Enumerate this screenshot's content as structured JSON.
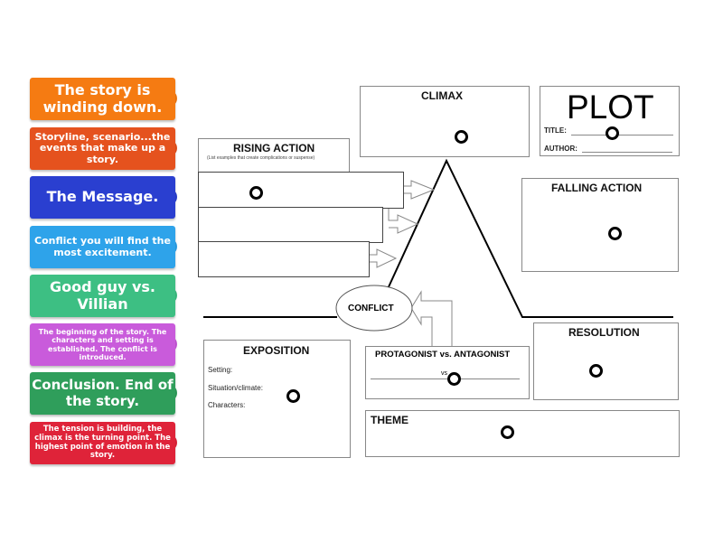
{
  "tiles": [
    {
      "text": "The story is winding down.",
      "color": "#f57b12",
      "size": 16
    },
    {
      "text": "Storyline, scenario...the events that make up a story.",
      "color": "#e5521e",
      "size": 11
    },
    {
      "text": "The Message.",
      "color": "#2a3fd0",
      "size": 16
    },
    {
      "text": "Conflict you will find the most excitement.",
      "color": "#2ea3ea",
      "size": 11
    },
    {
      "text": "Good guy vs. Villian",
      "color": "#3dbf83",
      "size": 16
    },
    {
      "text": "The beginning of the story. The characters and setting is established. The conflict is introduced.",
      "color": "#c95bdb",
      "size": 8
    },
    {
      "text": "Conclusion. End of the story.",
      "color": "#2f9e5b",
      "size": 15
    },
    {
      "text": "The tension is building, the climax is the turning point. The highest point of emotion in the story.",
      "color": "#df2339",
      "size": 8.5
    }
  ],
  "diagram": {
    "climax": "CLIMAX",
    "plot": "PLOT",
    "title_label": "TITLE:",
    "author_label": "AUTHOR:",
    "rising_action": "RISING ACTION",
    "rising_action_note": "(List examples that create complications or suspense)",
    "falling_action": "FALLING ACTION",
    "conflict": "CONFLICT",
    "exposition": "EXPOSITION",
    "setting": "Setting:",
    "situation": "Situation/climate:",
    "characters": "Characters:",
    "protagonist": "PROTAGONIST vs. ANTAGONIST",
    "vs": "vs",
    "resolution": "RESOLUTION",
    "theme": "THEME"
  }
}
